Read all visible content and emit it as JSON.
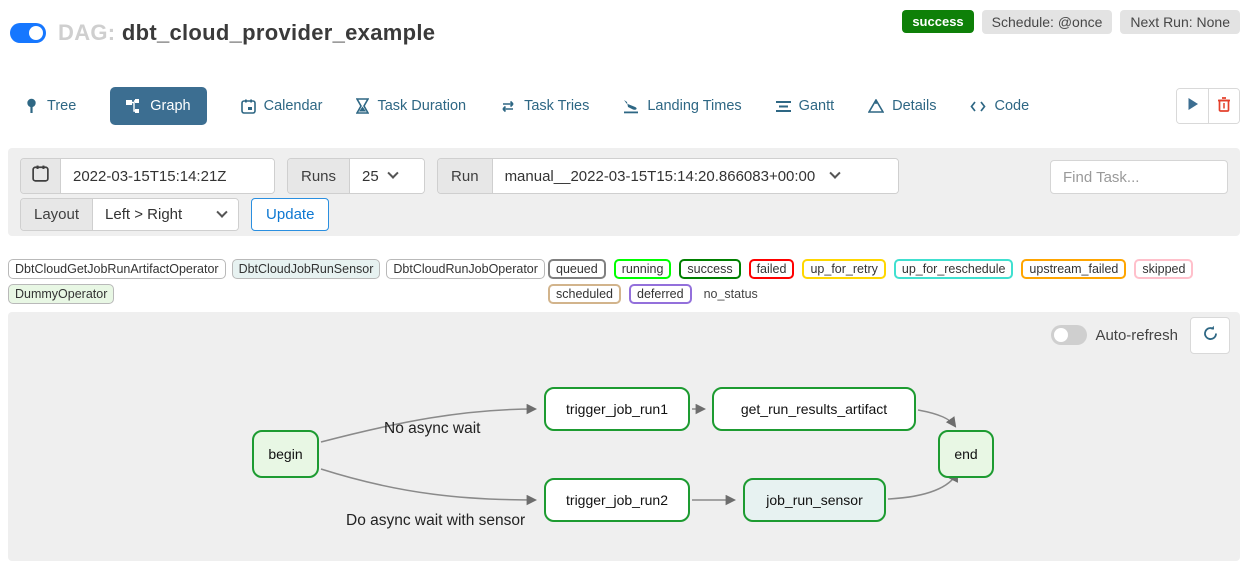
{
  "header": {
    "dag_prefix": "DAG:",
    "dag_name": "dbt_cloud_provider_example",
    "dag_paused_toggle": "on",
    "status_badge": "success",
    "status_color": "#0e8008",
    "schedule_badge": "Schedule: @once",
    "next_run_badge": "Next Run: None"
  },
  "tabs": [
    {
      "label": "Tree",
      "icon": "tree-icon",
      "active": false
    },
    {
      "label": "Graph",
      "icon": "graph-icon",
      "active": true
    },
    {
      "label": "Calendar",
      "icon": "calendar-icon",
      "active": false
    },
    {
      "label": "Task Duration",
      "icon": "hourglass-icon",
      "active": false
    },
    {
      "label": "Task Tries",
      "icon": "retry-arrows-icon",
      "active": false
    },
    {
      "label": "Landing Times",
      "icon": "plane-landing-icon",
      "active": false
    },
    {
      "label": "Gantt",
      "icon": "gantt-bars-icon",
      "active": false
    },
    {
      "label": "Details",
      "icon": "triangle-icon",
      "active": false
    },
    {
      "label": "Code",
      "icon": "code-brackets-icon",
      "active": false
    }
  ],
  "tab_accent_color": "#3c6e91",
  "actions": {
    "play": "play-icon",
    "delete": "trash-icon",
    "delete_color": "#e4402c"
  },
  "filters": {
    "base_date": "2022-03-15T15:14:21Z",
    "runs_label": "Runs",
    "runs_value": "25",
    "run_label": "Run",
    "run_value": "manual__2022-03-15T15:14:20.866083+00:00",
    "find_task_placeholder": "Find Task...",
    "layout_label": "Layout",
    "layout_value": "Left > Right",
    "update_label": "Update",
    "update_color": "#0d78d2"
  },
  "legend": {
    "operators": [
      {
        "label": "DbtCloudGetJobRunArtifactOperator",
        "bg": "#ffffff"
      },
      {
        "label": "DbtCloudJobRunSensor",
        "bg": "#e7f2f1"
      },
      {
        "label": "DbtCloudRunJobOperator",
        "bg": "#ffffff"
      },
      {
        "label": "DummyOperator",
        "bg": "#e8f7e4"
      }
    ],
    "states": [
      {
        "label": "queued",
        "color": "#808080"
      },
      {
        "label": "running",
        "color": "#00ff00"
      },
      {
        "label": "success",
        "color": "#008000"
      },
      {
        "label": "failed",
        "color": "#ff0000"
      },
      {
        "label": "up_for_retry",
        "color": "#ffd700"
      },
      {
        "label": "up_for_reschedule",
        "color": "#40e0d0"
      },
      {
        "label": "upstream_failed",
        "color": "#ffa500"
      },
      {
        "label": "skipped",
        "color": "#ffc0cb"
      },
      {
        "label": "scheduled",
        "color": "#d2b48c"
      },
      {
        "label": "deferred",
        "color": "#9370db"
      }
    ],
    "no_status_label": "no_status"
  },
  "graph": {
    "auto_refresh_label": "Auto-refresh",
    "auto_refresh_state": "off",
    "refresh_icon": "refresh-icon",
    "node_border_color": "#1d9b31",
    "nodes": [
      {
        "id": "begin",
        "label": "begin",
        "fill": "#e8f7e4"
      },
      {
        "id": "trigger_job_run1",
        "label": "trigger_job_run1",
        "fill": "#ffffff"
      },
      {
        "id": "get_run_results_artifact",
        "label": "get_run_results_artifact",
        "fill": "#ffffff"
      },
      {
        "id": "trigger_job_run2",
        "label": "trigger_job_run2",
        "fill": "#ffffff"
      },
      {
        "id": "job_run_sensor",
        "label": "job_run_sensor",
        "fill": "#e7f2f1"
      },
      {
        "id": "end",
        "label": "end",
        "fill": "#e8f7e4"
      }
    ],
    "edge_labels": [
      {
        "text": "No async wait"
      },
      {
        "text": "Do async wait with sensor"
      }
    ],
    "edges": [
      "begin->trigger_job_run1",
      "begin->trigger_job_run2",
      "trigger_job_run1->get_run_results_artifact",
      "trigger_job_run2->job_run_sensor",
      "get_run_results_artifact->end",
      "job_run_sensor->end"
    ]
  }
}
